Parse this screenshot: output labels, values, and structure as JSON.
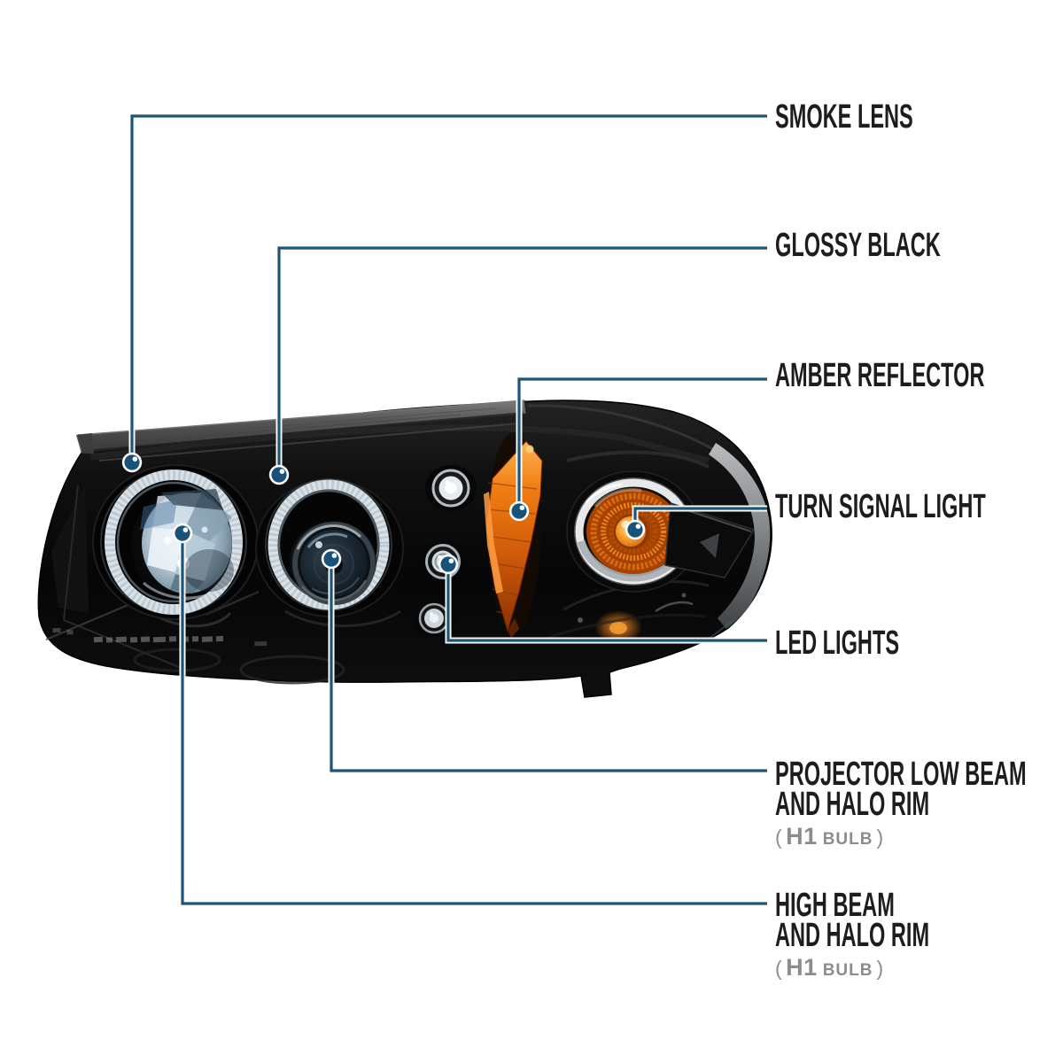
{
  "colors": {
    "background": "#ffffff",
    "callout_line": "#1b5578",
    "callout_dot": "#18527a",
    "label_text": "#1d1d1d",
    "note_gray": "#8c8c8c"
  },
  "callouts": [
    {
      "id": "smoke-lens",
      "label": "SMOKE LENS"
    },
    {
      "id": "glossy-black",
      "label": "GLOSSY BLACK"
    },
    {
      "id": "amber-reflector",
      "label": "AMBER REFLECTOR"
    },
    {
      "id": "turn-signal-light",
      "label": "TURN SIGNAL LIGHT"
    },
    {
      "id": "led-lights",
      "label": "LED LIGHTS"
    },
    {
      "id": "projector-low-beam",
      "line1": "PROJECTOR LOW BEAM",
      "line2": "AND HALO RIM",
      "note": {
        "open": "(",
        "type": "H1",
        "word": "BULB",
        "close": ")"
      }
    },
    {
      "id": "high-beam",
      "line1": "HIGH BEAM",
      "line2": "AND HALO RIM",
      "note": {
        "open": "(",
        "type": "H1",
        "word": "BULB",
        "close": ")"
      }
    }
  ]
}
